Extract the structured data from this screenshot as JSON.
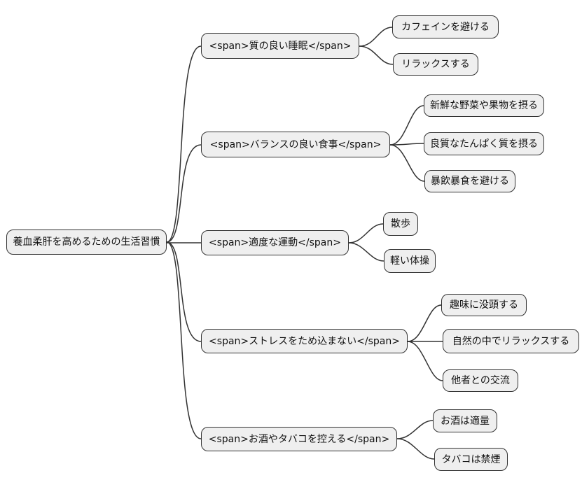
{
  "diagram": {
    "type": "mindmap",
    "colors": {
      "background": "#ffffff",
      "node_fill": "#efefef",
      "node_border": "#333333",
      "edge": "#333333",
      "text": "#111111"
    },
    "root": {
      "label": "養血柔肝を高めるための生活習慣"
    },
    "branches": [
      {
        "label": "<span>質の良い睡眠</span>",
        "children": [
          {
            "label": "カフェインを避ける"
          },
          {
            "label": "リラックスする"
          }
        ]
      },
      {
        "label": "<span>バランスの良い食事</span>",
        "children": [
          {
            "label": "新鮮な野菜や果物を摂る"
          },
          {
            "label": "良質なたんぱく質を摂る"
          },
          {
            "label": "暴飲暴食を避ける"
          }
        ]
      },
      {
        "label": "<span>適度な運動</span>",
        "children": [
          {
            "label": "散歩"
          },
          {
            "label": "軽い体操"
          }
        ]
      },
      {
        "label": "<span>ストレスをため込まない</span>",
        "children": [
          {
            "label": "趣味に没頭する"
          },
          {
            "label": "自然の中でリラックスする"
          },
          {
            "label": "他者との交流"
          }
        ]
      },
      {
        "label": "<span>お酒やタバコを控える</span>",
        "children": [
          {
            "label": "お酒は適量"
          },
          {
            "label": "タバコは禁煙"
          }
        ]
      }
    ]
  }
}
